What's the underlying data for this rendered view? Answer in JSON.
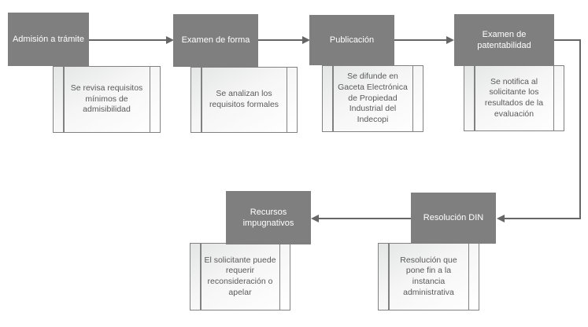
{
  "flowchart": {
    "steps": [
      {
        "id": "admision-a-tramite",
        "label": "Admisión a trámite",
        "detail": "Se revisa requisitos mínimos de admisibilidad"
      },
      {
        "id": "examen-de-forma",
        "label": "Examen de forma",
        "detail": "Se analizan los requisitos formales"
      },
      {
        "id": "publicacion",
        "label": "Publicación",
        "detail": "Se difunde en Gaceta Electrónica de Propiedad Industrial del Indecopi"
      },
      {
        "id": "examen-patentabilidad",
        "label": "Examen de patentabilidad",
        "detail": "Se notifica al solicitante los resultados de la evaluación"
      },
      {
        "id": "resolucion-din",
        "label": "Resolución DIN",
        "detail": "Resolución que pone fin a la instancia administrativa"
      },
      {
        "id": "recursos-impugnativos",
        "label": "Recursos impugnativos",
        "detail": "El solicitante puede requerir reconsideración o apelar"
      }
    ],
    "connections": [
      {
        "from": "Admisión a trámite",
        "to": "Examen de forma"
      },
      {
        "from": "Examen de forma",
        "to": "Publicación"
      },
      {
        "from": "Publicación",
        "to": "Examen de patentabilidad"
      },
      {
        "from": "Examen de patentabilidad",
        "to": "Resolución DIN"
      },
      {
        "from": "Resolución DIN",
        "to": "Recursos impugnativos"
      }
    ],
    "colors": {
      "step_box_fill": "#7f7f7f",
      "step_box_text": "#ffffff",
      "detail_box_border": "#818181",
      "detail_box_fill_top": "#e4e5e5",
      "detail_box_fill_bottom": "#ffffff",
      "detail_text": "#595959",
      "connector": "#666666"
    }
  }
}
